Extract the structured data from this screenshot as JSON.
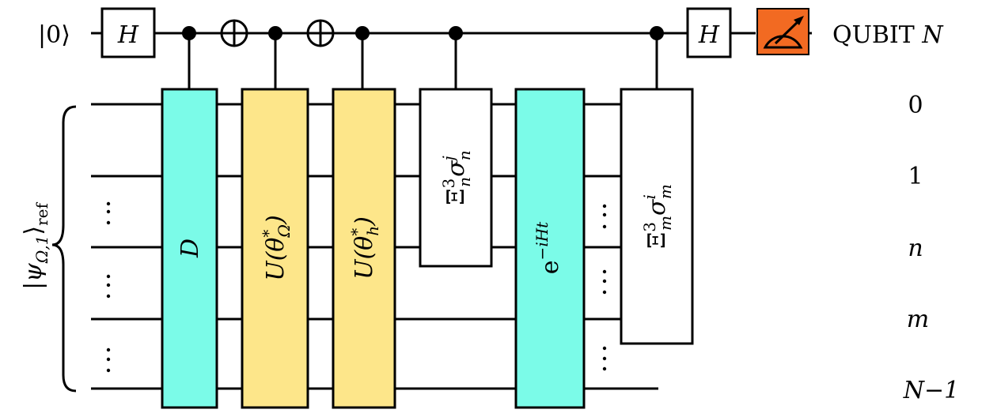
{
  "diagram": {
    "type": "quantum-circuit",
    "colors": {
      "cyan_gate": "#7bfbe8",
      "yellow_gate": "#fde68a",
      "white_gate": "#ffffff",
      "measure_gate": "#f26a22",
      "wire": "#000000"
    },
    "ancilla": {
      "input_state": "|0⟩",
      "label": "QUBIT N",
      "label_roman": "QUBIT ",
      "label_italic": "N",
      "gates": [
        {
          "kind": "hadamard",
          "label": "H"
        },
        {
          "kind": "control",
          "target": "D"
        },
        {
          "kind": "xor"
        },
        {
          "kind": "control",
          "target": "U(θ*_Ω)"
        },
        {
          "kind": "xor"
        },
        {
          "kind": "control",
          "target": "U(θ*_h)"
        },
        {
          "kind": "control",
          "target": "Ξ³_n σ^j_n"
        },
        {
          "kind": "control",
          "target": "Ξ³_m σ^i_m"
        },
        {
          "kind": "hadamard",
          "label": "H"
        },
        {
          "kind": "measure",
          "icon": "meter-icon"
        }
      ]
    },
    "register": {
      "state_label": "|ψ_{Ω,1}⟩_ref",
      "state_label_parts": {
        "psi": "|ψ",
        "sub": "Ω,1",
        "ket_close": "⟩",
        "ref": "ref"
      },
      "qubit_labels": [
        "0",
        "1",
        "n",
        "m",
        "N−1"
      ],
      "ellipsis": "⋮"
    },
    "gates": [
      {
        "id": "D",
        "label": "D",
        "color": "cyan",
        "spans": [
          "0",
          "N−1"
        ]
      },
      {
        "id": "U_omega",
        "label_main": "U(θ",
        "label_sup": "*",
        "label_sub": "Ω",
        "label_close": ")",
        "color": "yellow",
        "spans": [
          "0",
          "N−1"
        ]
      },
      {
        "id": "U_h",
        "label_main": "U(θ",
        "label_sup": "*",
        "label_sub": "h",
        "label_close": ")",
        "color": "yellow",
        "spans": [
          "0",
          "N−1"
        ]
      },
      {
        "id": "Xi_n",
        "label_main": "Ξ",
        "label_sup": "3",
        "label_sub": "n",
        "label_sigma": "σ",
        "label_sigma_sup": "j",
        "label_sigma_sub": "n",
        "color": "white",
        "spans": [
          "0",
          "n"
        ]
      },
      {
        "id": "evolution",
        "label_base": "e",
        "label_sup": "−iHt",
        "color": "cyan",
        "spans": [
          "0",
          "N−1"
        ]
      },
      {
        "id": "Xi_m",
        "label_main": "Ξ",
        "label_sup": "3",
        "label_sub": "m",
        "label_sigma": "σ",
        "label_sigma_sup": "i",
        "label_sigma_sub": "m",
        "color": "white",
        "spans": [
          "0",
          "m"
        ]
      }
    ]
  }
}
